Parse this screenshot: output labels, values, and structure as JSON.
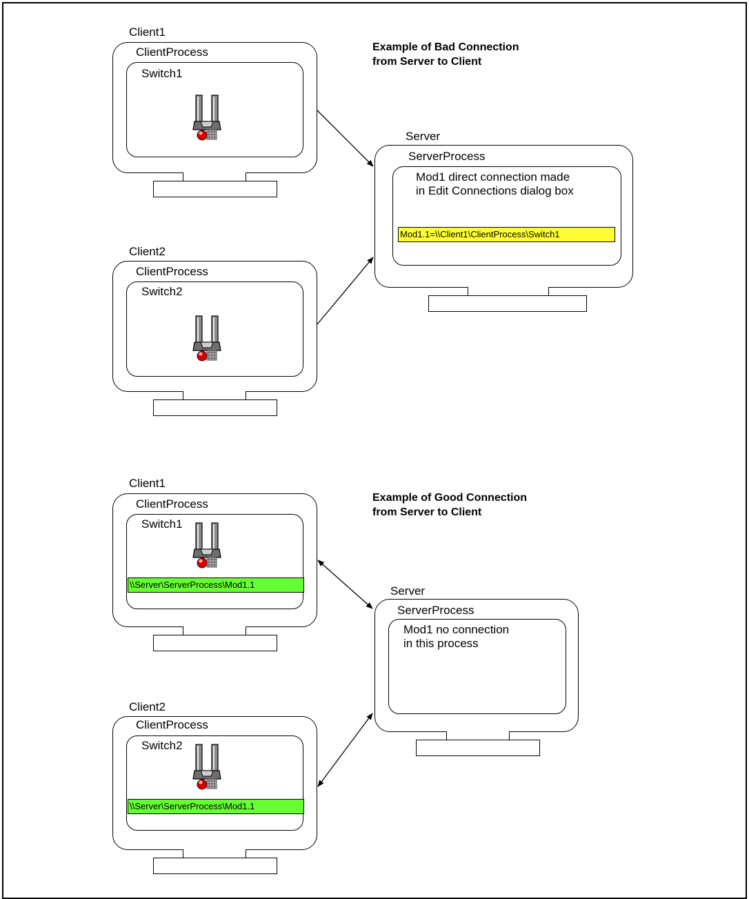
{
  "bad": {
    "heading": "Example of Bad Connection\nfrom Server to Client",
    "client1": {
      "name": "Client1",
      "process": "ClientProcess",
      "switch": "Switch1"
    },
    "client2": {
      "name": "Client2",
      "process": "ClientProcess",
      "switch": "Switch2"
    },
    "server": {
      "name": "Server",
      "process": "ServerProcess",
      "note": "Mod1 direct connection made\nin Edit Connections dialog box",
      "connection": "Mod1.1=\\\\Client1\\ClientProcess\\Switch1"
    }
  },
  "good": {
    "heading": "Example of Good Connection\nfrom Server to Client",
    "client1": {
      "name": "Client1",
      "process": "ClientProcess",
      "switch": "Switch1",
      "connection": "\\\\Server\\ServerProcess\\Mod1.1"
    },
    "client2": {
      "name": "Client2",
      "process": "ClientProcess",
      "switch": "Switch2",
      "connection": "\\\\Server\\ServerProcess\\Mod1.1"
    },
    "server": {
      "name": "Server",
      "process": "ServerProcess",
      "note": "Mod1 no connection\nin this process"
    }
  },
  "colors": {
    "bad_connection_highlight": "#ffff33",
    "good_connection_highlight": "#66ff33"
  },
  "icons": {
    "switch": "switch-icon"
  }
}
